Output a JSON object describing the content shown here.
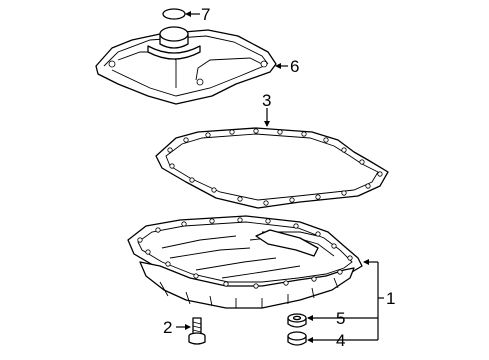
{
  "callouts": {
    "c1": "1",
    "c2": "2",
    "c3": "3",
    "c4": "4",
    "c5": "5",
    "c6": "6",
    "c7": "7"
  },
  "parts": [
    {
      "id": "1",
      "name": "oil-pan"
    },
    {
      "id": "2",
      "name": "drain-plug"
    },
    {
      "id": "3",
      "name": "pan-gasket"
    },
    {
      "id": "4",
      "name": "magnet"
    },
    {
      "id": "5",
      "name": "magnet"
    },
    {
      "id": "6",
      "name": "oil-strainer"
    },
    {
      "id": "7",
      "name": "o-ring"
    }
  ]
}
